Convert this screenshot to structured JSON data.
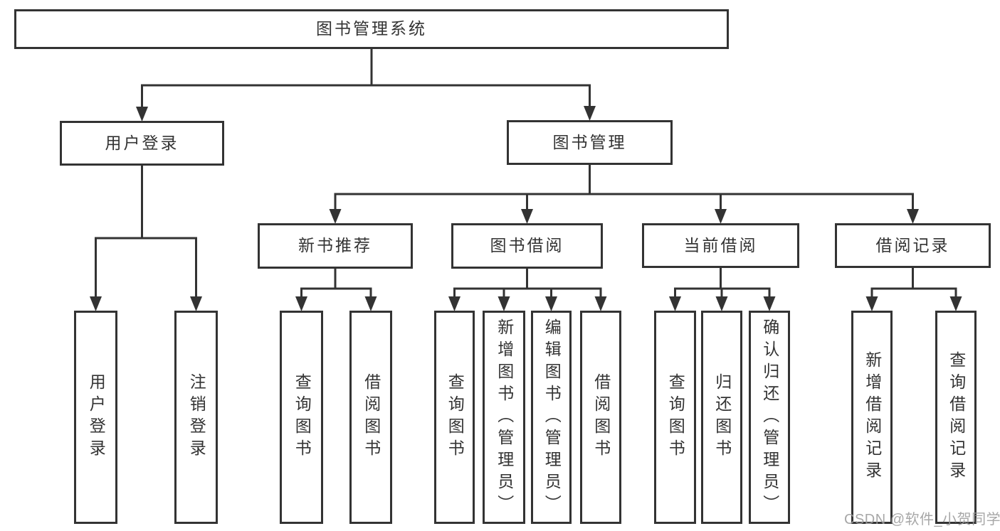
{
  "diagram": {
    "title": "图书管理系统",
    "watermark": "CSDN @软件_小贺同学",
    "colors": {
      "line": "#333333",
      "box_border": "#333333",
      "box_background": "#ffffff",
      "text": "#333333",
      "watermark": "#9b9b9b",
      "page_background": "#ffffff"
    },
    "nodes": [
      {
        "id": "root",
        "label": "图书管理系统",
        "level": 1,
        "orientation": "horizontal"
      },
      {
        "id": "user-login",
        "label": "用户登录",
        "level": 2,
        "orientation": "horizontal"
      },
      {
        "id": "book-management",
        "label": "图书管理",
        "level": 2,
        "orientation": "horizontal"
      },
      {
        "id": "new-book-recommend",
        "label": "新书推荐",
        "level": 3,
        "orientation": "horizontal"
      },
      {
        "id": "book-borrowing",
        "label": "图书借阅",
        "level": 3,
        "orientation": "horizontal"
      },
      {
        "id": "current-borrowing",
        "label": "当前借阅",
        "level": 3,
        "orientation": "horizontal"
      },
      {
        "id": "borrowing-records",
        "label": "借阅记录",
        "level": 3,
        "orientation": "horizontal"
      },
      {
        "id": "user-login-leaf",
        "label": "用户登录",
        "level": 4,
        "orientation": "vertical"
      },
      {
        "id": "logout",
        "label": "注销登录",
        "level": 4,
        "orientation": "vertical"
      },
      {
        "id": "query-books-recommend",
        "label": "查询图书",
        "level": 4,
        "orientation": "vertical"
      },
      {
        "id": "borrow-books-recommend",
        "label": "借阅图书",
        "level": 4,
        "orientation": "vertical"
      },
      {
        "id": "query-books-borrowing",
        "label": "查询图书",
        "level": 4,
        "orientation": "vertical"
      },
      {
        "id": "add-books-admin",
        "label": "新增图书（管理员）",
        "level": 4,
        "orientation": "vertical"
      },
      {
        "id": "edit-books-admin",
        "label": "编辑图书（管理员）",
        "level": 4,
        "orientation": "vertical"
      },
      {
        "id": "borrow-books-borrowing",
        "label": "借阅图书",
        "level": 4,
        "orientation": "vertical"
      },
      {
        "id": "query-books-current",
        "label": "查询图书",
        "level": 4,
        "orientation": "vertical"
      },
      {
        "id": "return-books",
        "label": "归还图书",
        "level": 4,
        "orientation": "vertical"
      },
      {
        "id": "confirm-return-admin",
        "label": "确认归还（管理员）",
        "level": 4,
        "orientation": "vertical"
      },
      {
        "id": "add-borrowing-record",
        "label": "新增借阅记录",
        "level": 4,
        "orientation": "vertical"
      },
      {
        "id": "query-borrowing-record",
        "label": "查询借阅记录",
        "level": 4,
        "orientation": "vertical"
      }
    ],
    "edges": [
      {
        "from": "root",
        "to": "user-login"
      },
      {
        "from": "root",
        "to": "book-management"
      },
      {
        "from": "user-login",
        "to": "user-login-leaf"
      },
      {
        "from": "user-login",
        "to": "logout"
      },
      {
        "from": "book-management",
        "to": "new-book-recommend"
      },
      {
        "from": "book-management",
        "to": "book-borrowing"
      },
      {
        "from": "book-management",
        "to": "current-borrowing"
      },
      {
        "from": "book-management",
        "to": "borrowing-records"
      },
      {
        "from": "new-book-recommend",
        "to": "query-books-recommend"
      },
      {
        "from": "new-book-recommend",
        "to": "borrow-books-recommend"
      },
      {
        "from": "book-borrowing",
        "to": "query-books-borrowing"
      },
      {
        "from": "book-borrowing",
        "to": "add-books-admin"
      },
      {
        "from": "book-borrowing",
        "to": "edit-books-admin"
      },
      {
        "from": "book-borrowing",
        "to": "borrow-books-borrowing"
      },
      {
        "from": "current-borrowing",
        "to": "query-books-current"
      },
      {
        "from": "current-borrowing",
        "to": "return-books"
      },
      {
        "from": "current-borrowing",
        "to": "confirm-return-admin"
      },
      {
        "from": "borrowing-records",
        "to": "add-borrowing-record"
      },
      {
        "from": "borrowing-records",
        "to": "query-borrowing-record"
      }
    ]
  }
}
